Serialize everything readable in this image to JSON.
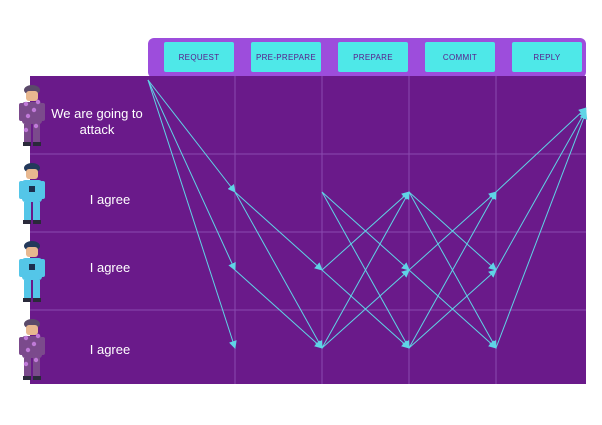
{
  "phases": [
    "REQUEST",
    "PRE-PREPARE",
    "PREPARE",
    "COMMIT",
    "REPLY"
  ],
  "rows": [
    {
      "label": "We are going to attack",
      "role": "leader",
      "uniform": "camouflage"
    },
    {
      "label": "I agree",
      "role": "follower",
      "uniform": "cyan"
    },
    {
      "label": "I agree",
      "role": "follower",
      "uniform": "cyan"
    },
    {
      "label": "I agree",
      "role": "follower",
      "uniform": "camouflage"
    }
  ],
  "messages": [
    {
      "phase_from": "REQUEST",
      "from": 0,
      "to": 1
    },
    {
      "phase_from": "REQUEST",
      "from": 0,
      "to": 2
    },
    {
      "phase_from": "REQUEST",
      "from": 0,
      "to": 3
    },
    {
      "phase_from": "PRE-PREPARE",
      "from": 1,
      "to": 2
    },
    {
      "phase_from": "PRE-PREPARE",
      "from": 1,
      "to": 3
    },
    {
      "phase_from": "PRE-PREPARE",
      "from": 2,
      "to": 3
    },
    {
      "phase_from": "PREPARE",
      "from": 1,
      "to": 2
    },
    {
      "phase_from": "PREPARE",
      "from": 1,
      "to": 3
    },
    {
      "phase_from": "PREPARE",
      "from": 2,
      "to": 1
    },
    {
      "phase_from": "PREPARE",
      "from": 2,
      "to": 3
    },
    {
      "phase_from": "PREPARE",
      "from": 3,
      "to": 1
    },
    {
      "phase_from": "PREPARE",
      "from": 3,
      "to": 2
    },
    {
      "phase_from": "COMMIT",
      "from": 1,
      "to": 2
    },
    {
      "phase_from": "COMMIT",
      "from": 1,
      "to": 3
    },
    {
      "phase_from": "COMMIT",
      "from": 2,
      "to": 1
    },
    {
      "phase_from": "COMMIT",
      "from": 2,
      "to": 3
    },
    {
      "phase_from": "COMMIT",
      "from": 3,
      "to": 1
    },
    {
      "phase_from": "COMMIT",
      "from": 3,
      "to": 2
    },
    {
      "phase_from": "REPLY",
      "from": 1,
      "to": 0
    },
    {
      "phase_from": "REPLY",
      "from": 2,
      "to": 0
    },
    {
      "phase_from": "REPLY",
      "from": 3,
      "to": 0
    }
  ],
  "colors": {
    "panel": "#6a1a8a",
    "header_bar": "#9d4ddc",
    "tab": "#4ee8e8",
    "grid": "#8a4ab0",
    "arrow": "#5fd4e6",
    "label": "#ffffff"
  }
}
